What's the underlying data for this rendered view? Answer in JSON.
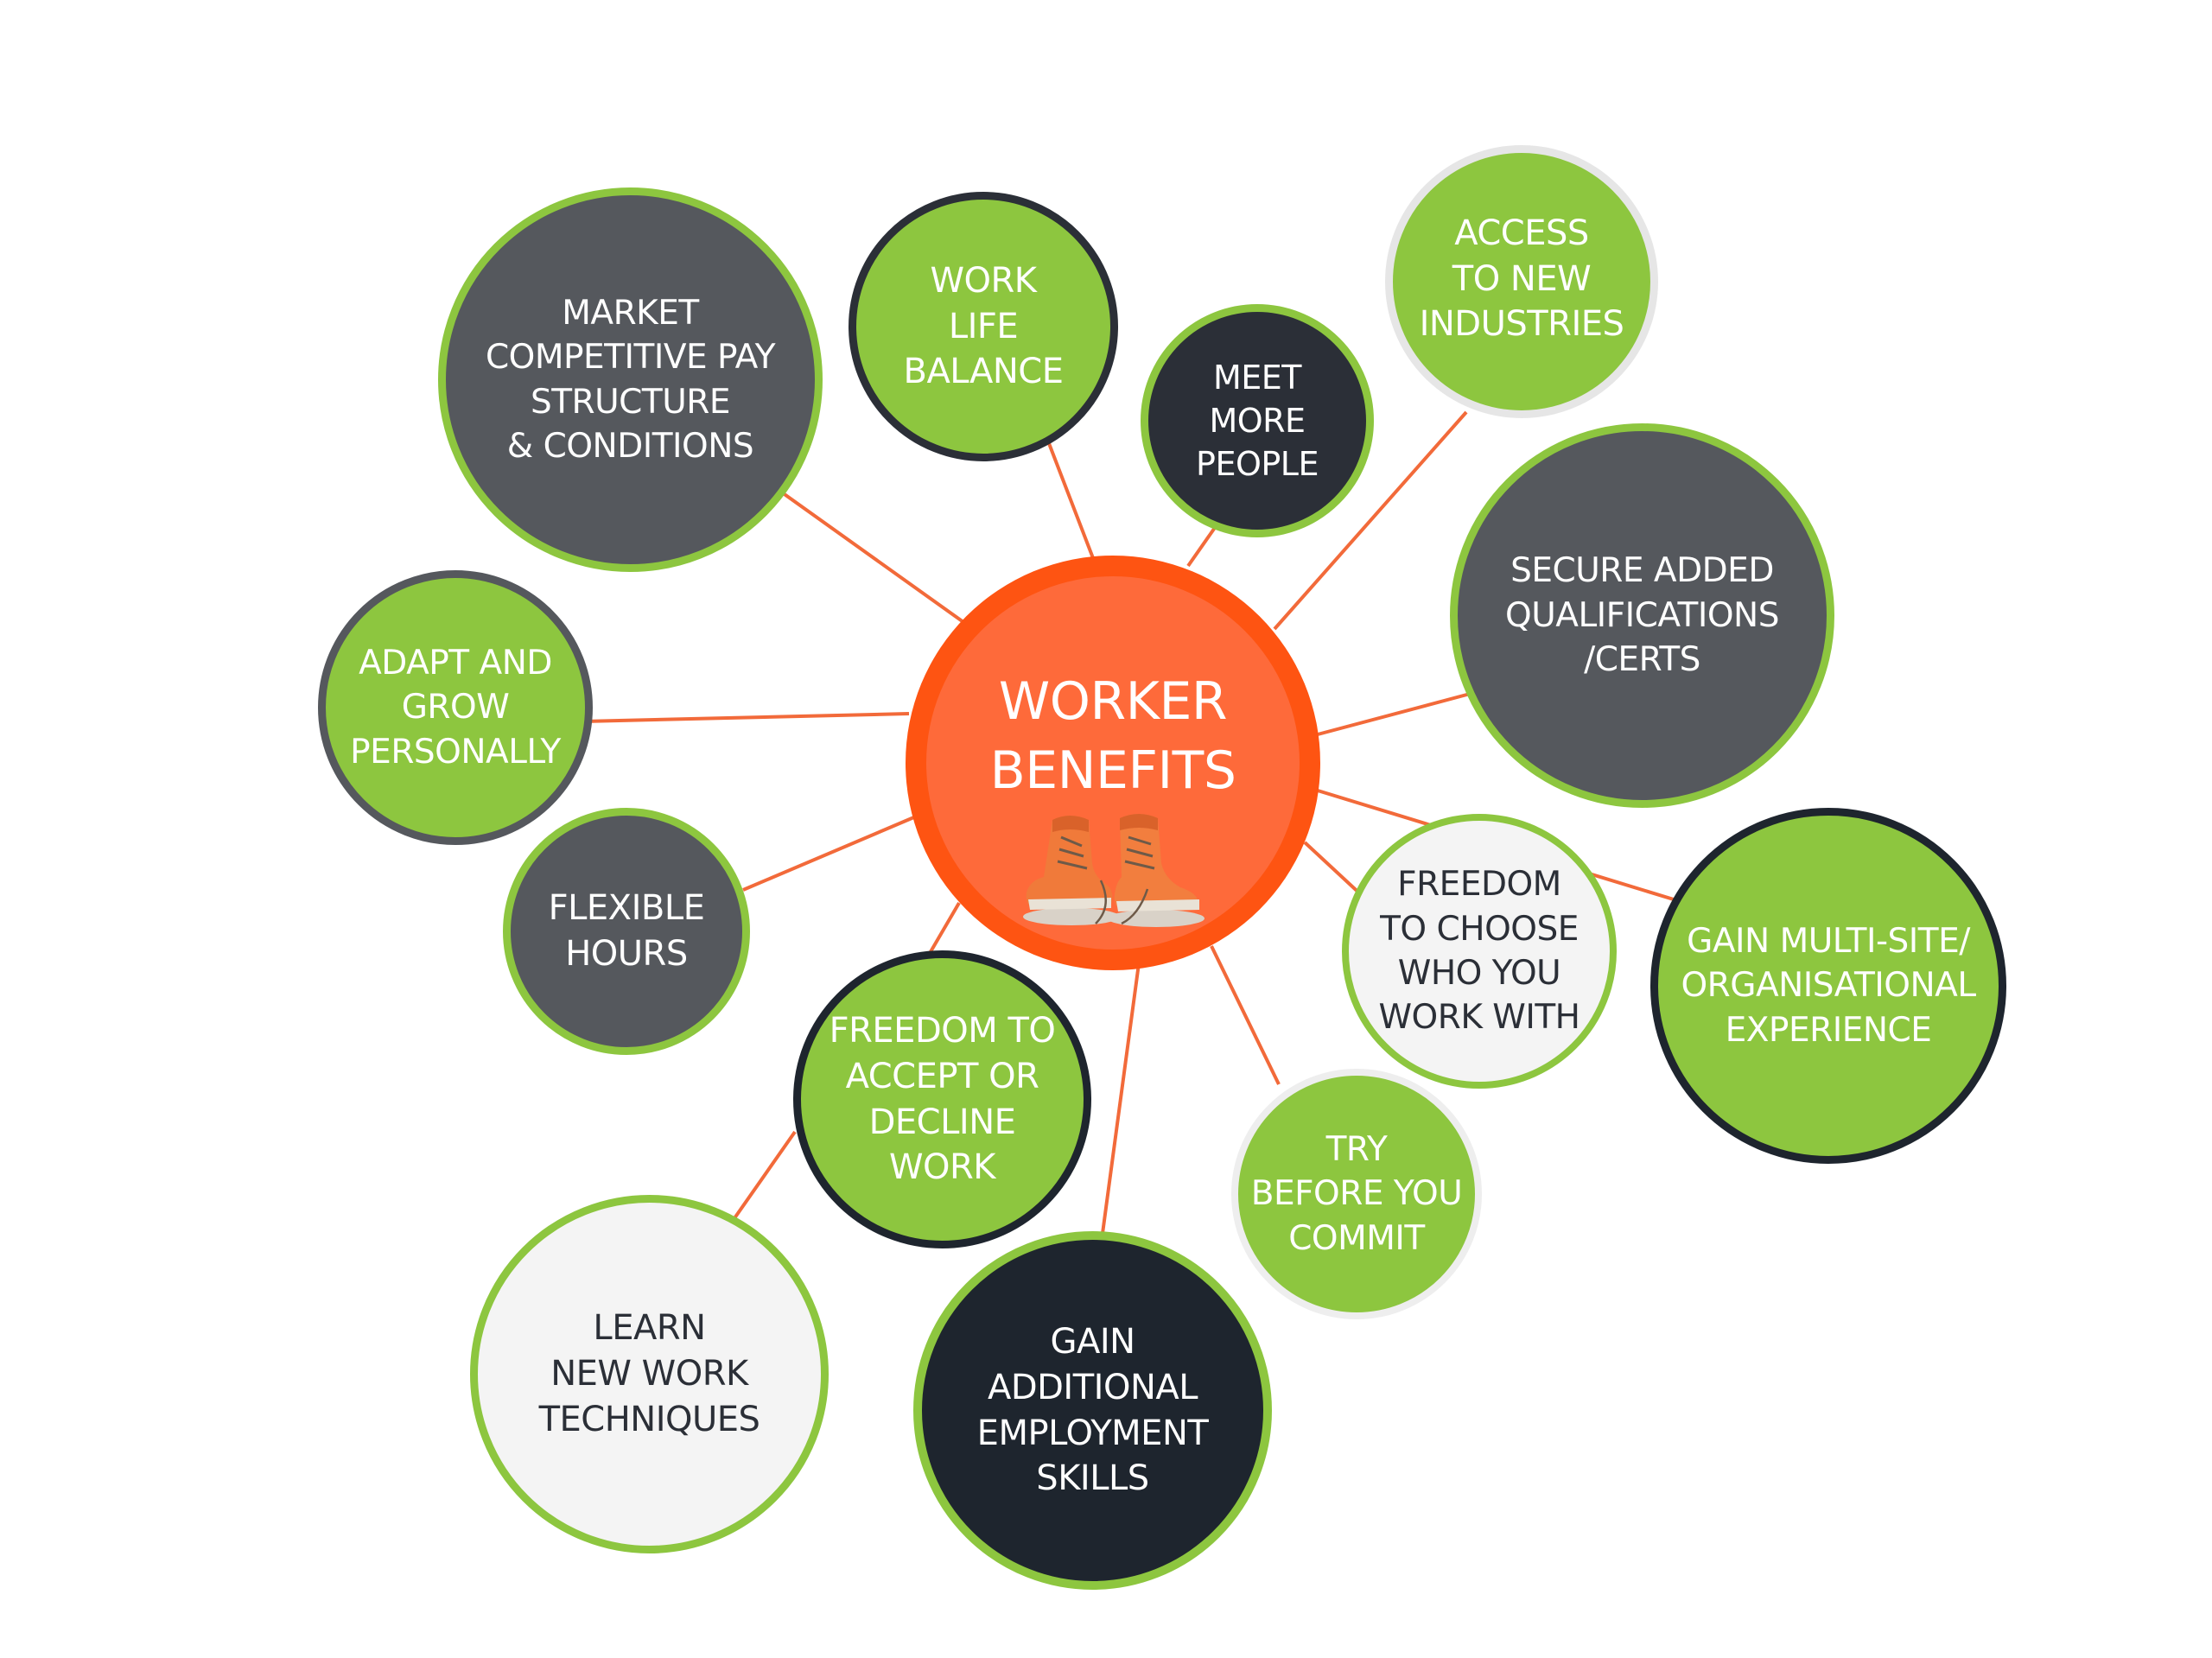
{
  "center": {
    "title_line1": "WORKER",
    "title_line2": "BENEFITS",
    "icon": "work-boots-icon"
  },
  "colors": {
    "green": "#8dc63f",
    "dark_gray": "#55585d",
    "charcoal": "#2b2f37",
    "navy": "#1e252e",
    "light": "#f4f4f4",
    "orange": "#fe5412",
    "connector": "#f26a3a"
  },
  "bubbles": [
    {
      "id": "market-pay",
      "lines": [
        "MARKET",
        "COMPETITIVE PAY",
        "STRUCTURE",
        "& CONDITIONS"
      ]
    },
    {
      "id": "work-life",
      "lines": [
        "WORK",
        "LIFE",
        "BALANCE"
      ]
    },
    {
      "id": "meet-people",
      "lines": [
        "MEET",
        "MORE",
        "PEOPLE"
      ]
    },
    {
      "id": "access-industries",
      "lines": [
        "ACCESS",
        "TO NEW",
        "INDUSTRIES"
      ]
    },
    {
      "id": "secure-qualifications",
      "lines": [
        "SECURE ADDED",
        "QUALIFICATIONS",
        "/CERTS"
      ]
    },
    {
      "id": "adapt-grow",
      "lines": [
        "ADAPT AND",
        "GROW",
        "PERSONALLY"
      ]
    },
    {
      "id": "flexible-hours",
      "lines": [
        "FLEXIBLE",
        "HOURS"
      ]
    },
    {
      "id": "freedom-choose",
      "lines": [
        "FREEDOM",
        "TO CHOOSE",
        "WHO YOU",
        "WORK WITH"
      ]
    },
    {
      "id": "multi-site",
      "lines": [
        "GAIN MULTI-SITE/",
        "ORGANISATIONAL",
        "EXPERIENCE"
      ]
    },
    {
      "id": "freedom-accept",
      "lines": [
        "FREEDOM TO",
        "ACCEPT OR",
        "DECLINE",
        "WORK"
      ]
    },
    {
      "id": "try-before",
      "lines": [
        "TRY",
        "BEFORE YOU",
        "COMMIT"
      ]
    },
    {
      "id": "learn-techniques",
      "lines": [
        "LEARN",
        "NEW WORK",
        "TECHNIQUES"
      ]
    },
    {
      "id": "employment-skills",
      "lines": [
        "GAIN",
        "ADDITIONAL",
        "EMPLOYMENT",
        "SKILLS"
      ]
    }
  ]
}
